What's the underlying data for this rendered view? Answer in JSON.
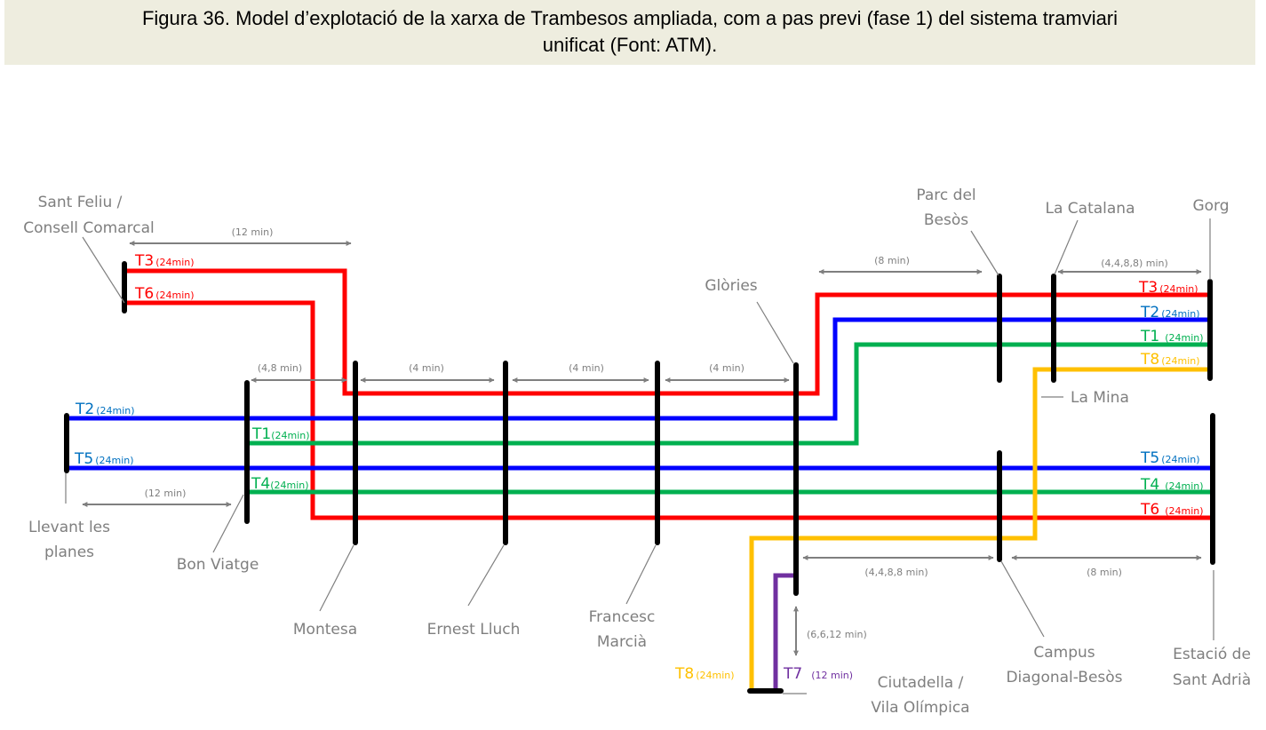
{
  "caption": {
    "line1": "Figura 36. Model d’explotació de la xarxa de Trambesos ampliada, com a pas previ (fase 1) del sistema tramviari",
    "line2": "unificat (Font: ATM)."
  },
  "colors": {
    "T1": "#00b050",
    "T2": "#0000ff",
    "T3": "#ff0000",
    "T4": "#00b050",
    "T5": "#0000ff",
    "T6": "#ff0000",
    "T7": "#7030a0",
    "T8": "#ffc000",
    "label_blue": "#0070c0"
  },
  "stations": {
    "sant_feliu": [
      "Sant Feliu /",
      "Consell Comarcal"
    ],
    "llevant": [
      "Llevant les",
      "planes"
    ],
    "bon_viatge": [
      "Bon Viatge"
    ],
    "montesa": [
      "Montesa"
    ],
    "ernest_lluch": [
      "Ernest Lluch"
    ],
    "francesc_macia": [
      "Francesc",
      "Marcià"
    ],
    "glories": [
      "Glòries"
    ],
    "parc_besos": [
      "Parc del",
      "Besòs"
    ],
    "la_catalana": [
      "La Catalana"
    ],
    "gorg": [
      "Gorg"
    ],
    "la_mina": [
      "La Mina"
    ],
    "campus": [
      "Campus",
      "Diagonal-Besòs"
    ],
    "sant_adria": [
      "Estació de",
      "Sant Adrià"
    ],
    "ciutadella": [
      "Ciutadella /",
      "Vila Olímpica"
    ]
  },
  "intervals": {
    "sf_montesa": "(12 min)",
    "bv_montesa": "(4,8 min)",
    "montesa_ernest": "(4 min)",
    "ernest_francesc": "(4 min)",
    "francesc_glories": "(4 min)",
    "llevant_bv": "(12 min)",
    "glories_parc": "(8 min)",
    "catalana_gorg": "(4,4,8,8) min)",
    "glories_campus": "(4,4,8,8 min)",
    "campus_adria": "(8 min)",
    "glories_ciutadella": "(6,6,12 min)"
  },
  "line_labels": {
    "west": [
      {
        "line": "T3",
        "freq": "(24min)"
      },
      {
        "line": "T6",
        "freq": "(24min)"
      },
      {
        "line": "T2",
        "freq": "(24min)"
      },
      {
        "line": "T5",
        "freq": "(24min)"
      },
      {
        "line": "T1",
        "freq": "(24min)"
      },
      {
        "line": "T4",
        "freq": "(24min)"
      }
    ],
    "east": [
      {
        "line": "T3",
        "freq": "(24min)"
      },
      {
        "line": "T2",
        "freq": "(24min)"
      },
      {
        "line": "T1",
        "freq": "(24min)"
      },
      {
        "line": "T8",
        "freq": "(24min)"
      },
      {
        "line": "T5",
        "freq": "(24min)"
      },
      {
        "line": "T4",
        "freq": "(24min)"
      },
      {
        "line": "T6",
        "freq": "(24min)"
      }
    ],
    "south": [
      {
        "line": "T8",
        "freq": "(24min)"
      },
      {
        "line": "T7",
        "freq": "(12 min)"
      }
    ]
  }
}
